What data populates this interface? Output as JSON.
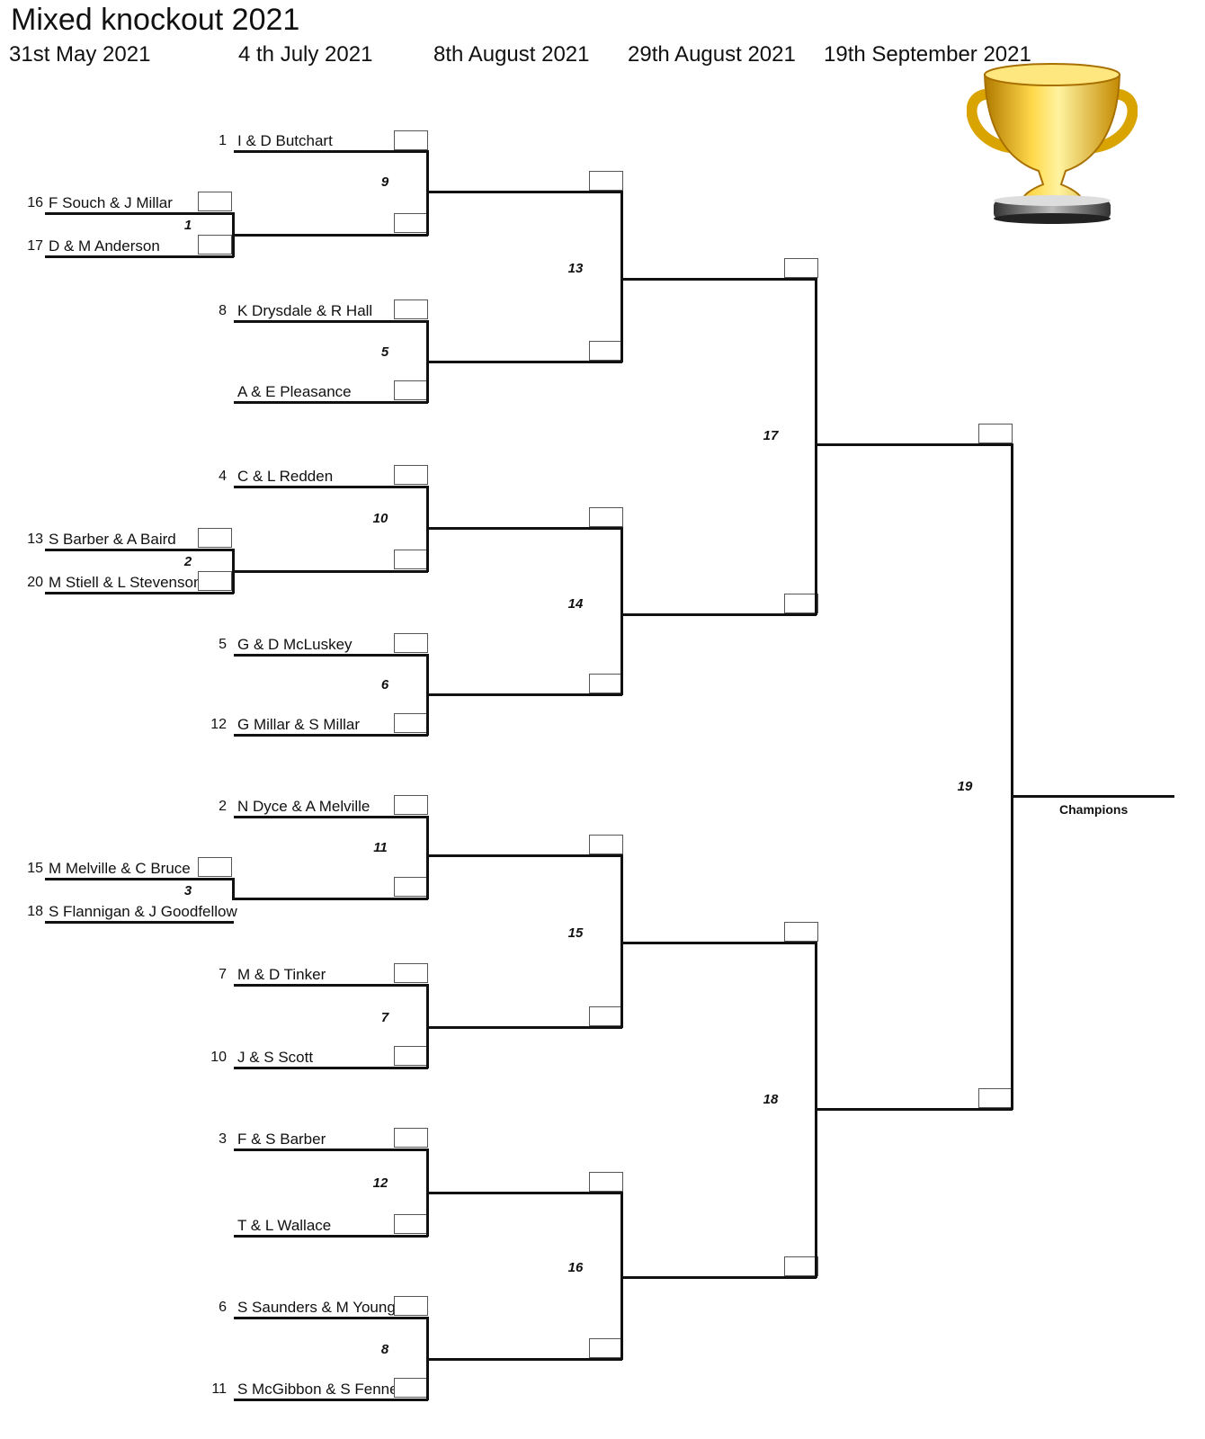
{
  "title": "Mixed knockout 2021",
  "rounds": [
    "31st May 2021",
    "4 th July 2021",
    "8th August 2021",
    "29th August 2021",
    "19th September 2021"
  ],
  "prelim": [
    {
      "seed": "16",
      "name": "F Souch & J Millar"
    },
    {
      "seed": "17",
      "name": "D & M Anderson"
    },
    {
      "seed": "13",
      "name": "S Barber & A Baird"
    },
    {
      "seed": "20",
      "name": "M Stiell & L Stevenson"
    },
    {
      "seed": "15",
      "name": "M Melville & C Bruce"
    },
    {
      "seed": "18",
      "name": "S Flannigan & J Goodfellow"
    }
  ],
  "round1": [
    {
      "seed": "1",
      "name": "I & D Butchart"
    },
    {
      "seed": "8",
      "name": "K Drysdale & R Hall"
    },
    {
      "seed": "",
      "name": "A  & E  Pleasance"
    },
    {
      "seed": "4",
      "name": "C & L Redden"
    },
    {
      "seed": "5",
      "name": "G & D McLuskey"
    },
    {
      "seed": "12",
      "name": "G Millar & S Millar"
    },
    {
      "seed": "2",
      "name": "N Dyce & A Melville"
    },
    {
      "seed": "7",
      "name": "M & D Tinker"
    },
    {
      "seed": "10",
      "name": "J & S Scott"
    },
    {
      "seed": "3",
      "name": "F & S Barber"
    },
    {
      "seed": "",
      "name": "T & L Wallace"
    },
    {
      "seed": "6",
      "name": "S Saunders & M Young"
    },
    {
      "seed": "11",
      "name": "S McGibbon & S Fenner"
    }
  ],
  "matches": [
    "1",
    "2",
    "3",
    "5",
    "6",
    "7",
    "8",
    "9",
    "10",
    "11",
    "12",
    "13",
    "14",
    "15",
    "16",
    "17",
    "18",
    "19"
  ],
  "champions_label": "Champions",
  "trophy_icon": "trophy-icon"
}
